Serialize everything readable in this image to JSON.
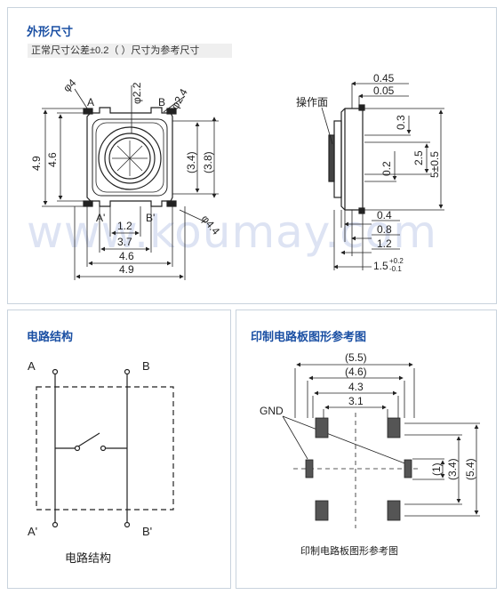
{
  "sections": {
    "dimensions": {
      "title": "外形尺寸",
      "note": "正常尺寸公差±0.2（ ）尺寸为参考尺寸",
      "watermark": "www.koumay.com",
      "front_labels": {
        "phi4": "φ4",
        "phi22": "φ2.2",
        "phi24": "φ2.4",
        "phi44": "φ4.4",
        "A": "A",
        "B": "B",
        "A_prime": "A'",
        "B_prime": "B'",
        "h49": "4.9",
        "h46": "4.6",
        "h34": "(3.4)",
        "h38": "(3.8)",
        "w12": "1.2",
        "w37": "3.7",
        "w46": "4.6",
        "w49": "4.9"
      },
      "side_labels": {
        "operating_face": "操作面",
        "d045": "0.45",
        "d005": "0.05",
        "d03": "0.3",
        "d25": "2.5",
        "d5": "5±0.5",
        "d02": "0.2",
        "d04": "0.4",
        "d08": "0.8",
        "d12": "1.2",
        "d15": "1.5",
        "d15_plus": "+0.2",
        "d15_minus": "-0.1"
      }
    },
    "circuit": {
      "title": "电路结构",
      "caption": "电路结构",
      "labels": {
        "A": "A",
        "B": "B",
        "A_prime": "A'",
        "B_prime": "B'"
      }
    },
    "pcb": {
      "title": "印制电路板图形参考图",
      "caption": "印制电路板图形参考图",
      "labels": {
        "d55": "(5.5)",
        "d46": "(4.6)",
        "d43": "4.3",
        "d31": "3.1",
        "gnd": "GND",
        "v1": "(1)",
        "v34": "(3.4)",
        "v54": "(5.4)"
      }
    }
  }
}
